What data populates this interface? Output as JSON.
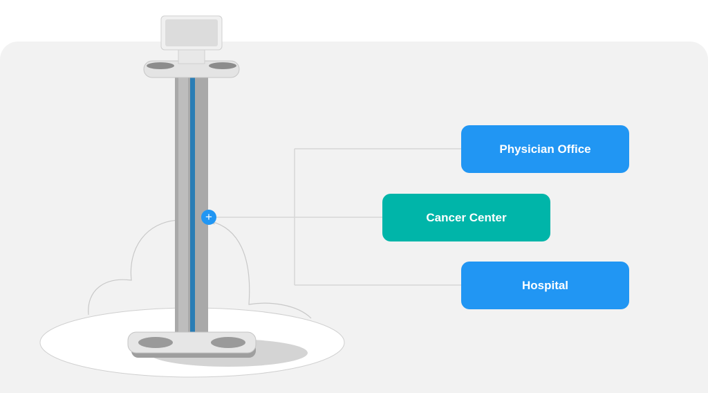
{
  "destinations": [
    {
      "label": "Physician Office",
      "color": "#2196f3"
    },
    {
      "label": "Cancer Center",
      "color": "#00b5a9"
    },
    {
      "label": "Hospital",
      "color": "#2196f3"
    }
  ],
  "hotspot": {
    "symbol": "+",
    "color": "#2196f3"
  }
}
